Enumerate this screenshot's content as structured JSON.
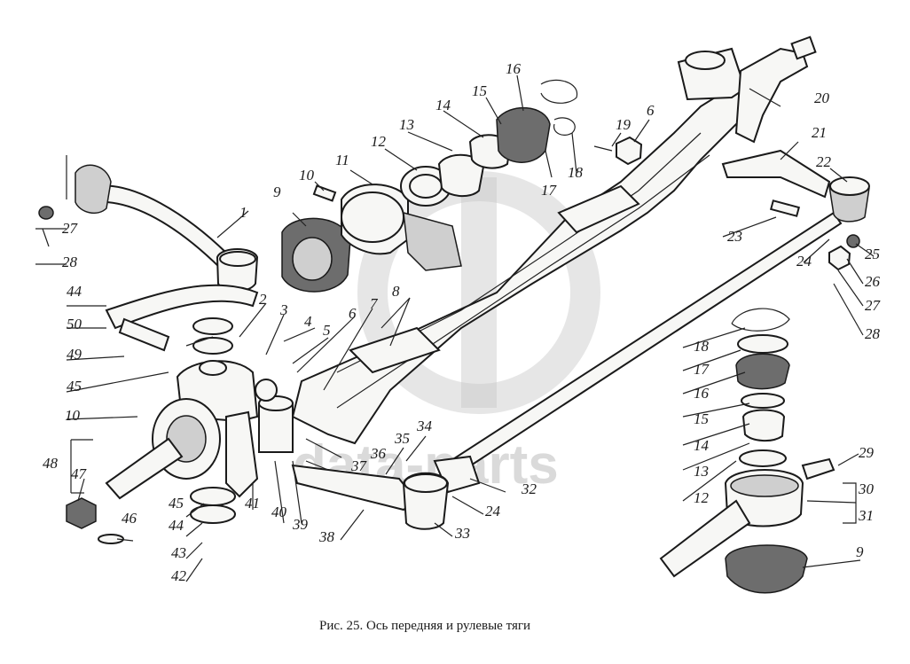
{
  "caption": "Рис. 25. Ось передняя и рулевые тяги",
  "watermark": "data-parts",
  "callouts": [
    {
      "id": "c1",
      "text": "1"
    },
    {
      "id": "c2",
      "text": "2"
    },
    {
      "id": "c3",
      "text": "3"
    },
    {
      "id": "c4",
      "text": "4"
    },
    {
      "id": "c5",
      "text": "5"
    },
    {
      "id": "c6a",
      "text": "6"
    },
    {
      "id": "c6b",
      "text": "6"
    },
    {
      "id": "c7",
      "text": "7"
    },
    {
      "id": "c8",
      "text": "8"
    },
    {
      "id": "c9a",
      "text": "9"
    },
    {
      "id": "c9b",
      "text": "9"
    },
    {
      "id": "c10a",
      "text": "10"
    },
    {
      "id": "c10b",
      "text": "10"
    },
    {
      "id": "c11",
      "text": "11"
    },
    {
      "id": "c12a",
      "text": "12"
    },
    {
      "id": "c12b",
      "text": "12"
    },
    {
      "id": "c13a",
      "text": "13"
    },
    {
      "id": "c13b",
      "text": "13"
    },
    {
      "id": "c14a",
      "text": "14"
    },
    {
      "id": "c14b",
      "text": "14"
    },
    {
      "id": "c15a",
      "text": "15"
    },
    {
      "id": "c15b",
      "text": "15"
    },
    {
      "id": "c16a",
      "text": "16"
    },
    {
      "id": "c16b",
      "text": "16"
    },
    {
      "id": "c17a",
      "text": "17"
    },
    {
      "id": "c17b",
      "text": "17"
    },
    {
      "id": "c18a",
      "text": "18"
    },
    {
      "id": "c18b",
      "text": "18"
    },
    {
      "id": "c19",
      "text": "19"
    },
    {
      "id": "c20",
      "text": "20"
    },
    {
      "id": "c21",
      "text": "21"
    },
    {
      "id": "c22",
      "text": "22"
    },
    {
      "id": "c23",
      "text": "23"
    },
    {
      "id": "c24a",
      "text": "24"
    },
    {
      "id": "c24b",
      "text": "24"
    },
    {
      "id": "c25",
      "text": "25"
    },
    {
      "id": "c26",
      "text": "26"
    },
    {
      "id": "c27a",
      "text": "27"
    },
    {
      "id": "c27b",
      "text": "27"
    },
    {
      "id": "c28a",
      "text": "28"
    },
    {
      "id": "c28b",
      "text": "28"
    },
    {
      "id": "c29",
      "text": "29"
    },
    {
      "id": "c30",
      "text": "30"
    },
    {
      "id": "c31",
      "text": "31"
    },
    {
      "id": "c32",
      "text": "32"
    },
    {
      "id": "c33",
      "text": "33"
    },
    {
      "id": "c34",
      "text": "34"
    },
    {
      "id": "c35",
      "text": "35"
    },
    {
      "id": "c36",
      "text": "36"
    },
    {
      "id": "c37",
      "text": "37"
    },
    {
      "id": "c38",
      "text": "38"
    },
    {
      "id": "c39",
      "text": "39"
    },
    {
      "id": "c40",
      "text": "40"
    },
    {
      "id": "c41",
      "text": "41"
    },
    {
      "id": "c42",
      "text": "42"
    },
    {
      "id": "c43",
      "text": "43"
    },
    {
      "id": "c44a",
      "text": "44"
    },
    {
      "id": "c44b",
      "text": "44"
    },
    {
      "id": "c45a",
      "text": "45"
    },
    {
      "id": "c45b",
      "text": "45"
    },
    {
      "id": "c46",
      "text": "46"
    },
    {
      "id": "c47",
      "text": "47"
    },
    {
      "id": "c48",
      "text": "48"
    },
    {
      "id": "c49",
      "text": "49"
    },
    {
      "id": "c50",
      "text": "50"
    }
  ]
}
